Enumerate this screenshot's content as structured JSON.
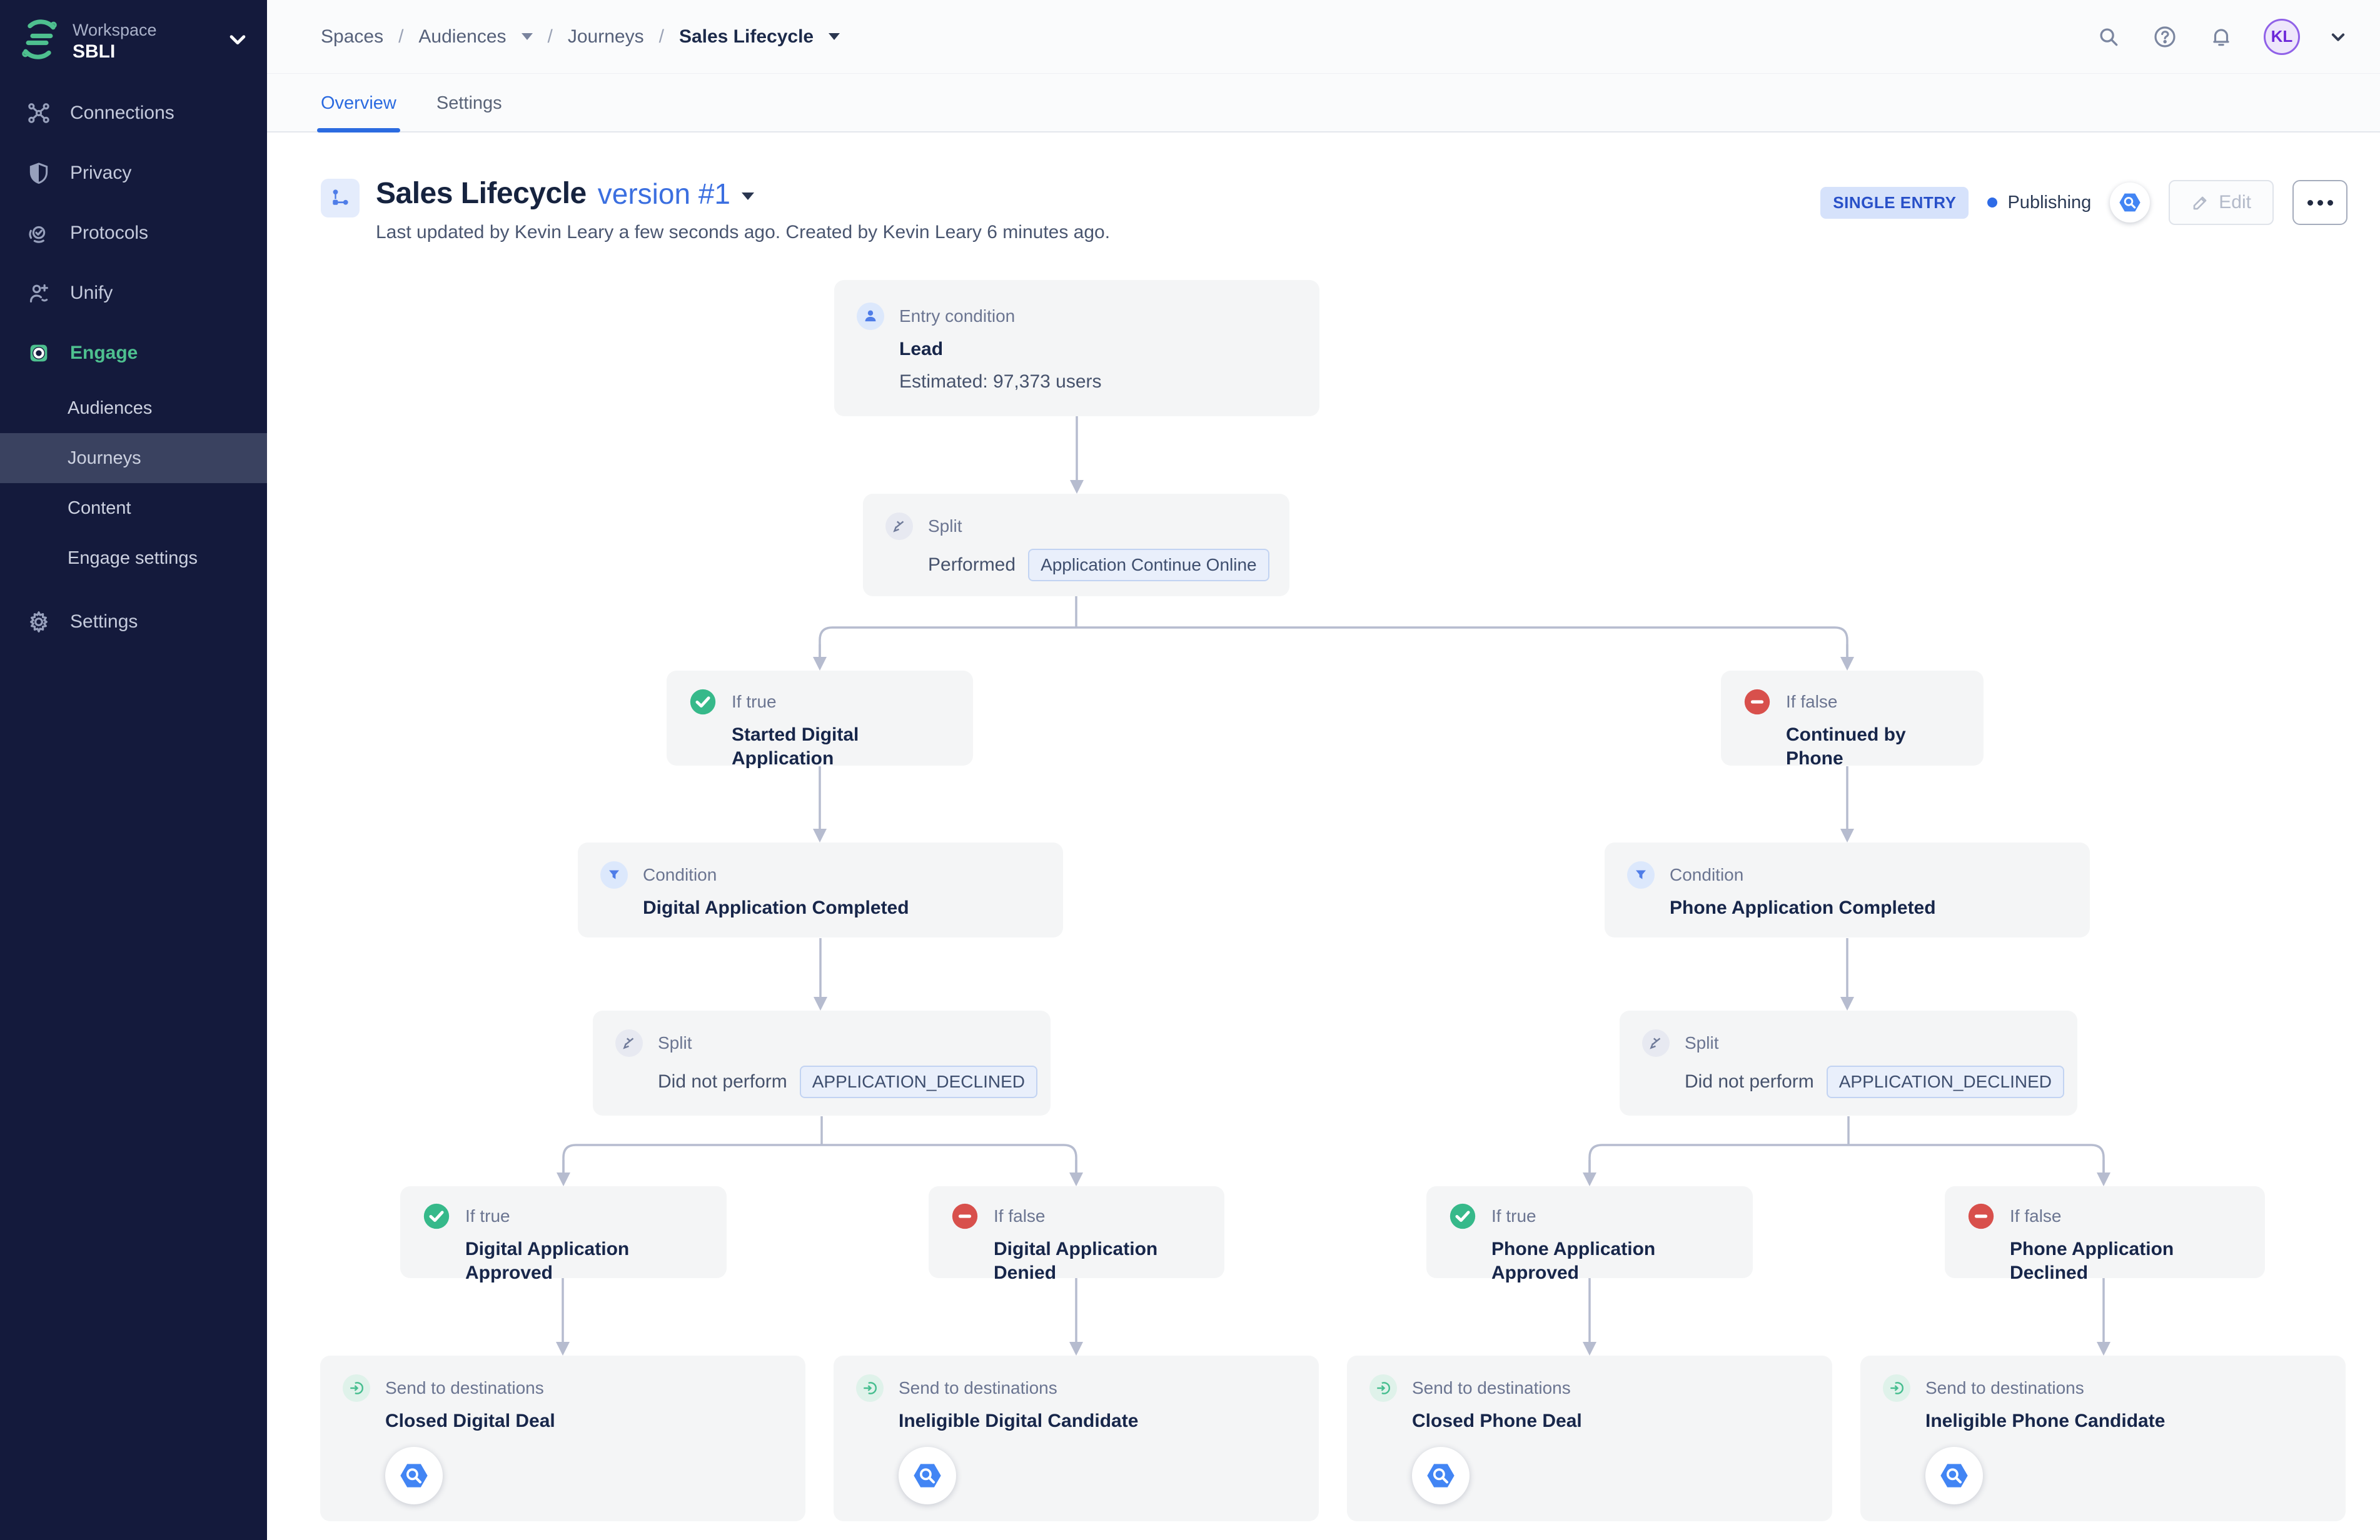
{
  "workspace": {
    "label": "Workspace",
    "name": "SBLI"
  },
  "sidebar": {
    "items": [
      {
        "label": "Connections",
        "icon": "connections-icon"
      },
      {
        "label": "Privacy",
        "icon": "shield-icon"
      },
      {
        "label": "Protocols",
        "icon": "protocols-icon"
      },
      {
        "label": "Unify",
        "icon": "unify-icon"
      },
      {
        "label": "Engage",
        "icon": "engage-icon",
        "active": true
      }
    ],
    "engage_subitems": [
      {
        "label": "Audiences",
        "selected": false
      },
      {
        "label": "Journeys",
        "selected": true
      },
      {
        "label": "Content",
        "selected": false
      },
      {
        "label": "Engage settings",
        "selected": false
      }
    ],
    "settings": {
      "label": "Settings",
      "icon": "gear-icon"
    }
  },
  "breadcrumb": {
    "separator": "/",
    "items": [
      "Spaces",
      "Audiences",
      "Journeys",
      "Sales Lifecycle"
    ]
  },
  "topbar": {
    "icons": [
      "search-icon",
      "help-icon",
      "notifications-icon"
    ],
    "avatar_initials": "KL"
  },
  "tabs": [
    {
      "label": "Overview",
      "active": true
    },
    {
      "label": "Settings",
      "active": false
    }
  ],
  "journey": {
    "title": "Sales Lifecycle",
    "version": "version #1",
    "meta": "Last updated by Kevin Leary a few seconds ago. Created by Kevin Leary 6 minutes ago.",
    "entry_badge": "SINGLE ENTRY",
    "status": "Publishing",
    "edit_label": "Edit",
    "destination_icon": "bigquery-icon"
  },
  "nodes": {
    "entry": {
      "label": "Entry condition",
      "title": "Lead",
      "estimate": "Estimated: 97,373 users"
    },
    "split_top": {
      "label": "Split",
      "operator": "Performed",
      "chip": "Application Continue Online"
    },
    "if_true_top": {
      "label": "If true",
      "title": "Started Digital Application"
    },
    "if_false_top": {
      "label": "If false",
      "title": "Continued by Phone"
    },
    "condition_digital": {
      "label": "Condition",
      "title": "Digital Application Completed"
    },
    "condition_phone": {
      "label": "Condition",
      "title": "Phone Application Completed"
    },
    "split_digital": {
      "label": "Split",
      "operator": "Did not perform",
      "chip": "APPLICATION_DECLINED"
    },
    "split_phone": {
      "label": "Split",
      "operator": "Did not perform",
      "chip": "APPLICATION_DECLINED"
    },
    "if_true_digital": {
      "label": "If true",
      "title": "Digital Application Approved"
    },
    "if_false_digital": {
      "label": "If false",
      "title": "Digital Application Denied"
    },
    "if_true_phone": {
      "label": "If true",
      "title": "Phone Application Approved"
    },
    "if_false_phone": {
      "label": "If false",
      "title": "Phone Application Declined"
    },
    "dest_digital_closed": {
      "label": "Send to destinations",
      "title": "Closed Digital Deal"
    },
    "dest_digital_inel": {
      "label": "Send to destinations",
      "title": "Ineligible Digital Candidate"
    },
    "dest_phone_closed": {
      "label": "Send to destinations",
      "title": "Closed Phone Deal"
    },
    "dest_phone_inel": {
      "label": "Send to destinations",
      "title": "Ineligible Phone Candidate"
    }
  },
  "colors": {
    "sidebar_bg": "#141A3C",
    "sidebar_selected": "#3A4260",
    "engage_green": "#4EC08F",
    "accent_blue": "#2B6BE0",
    "node_bg": "#F4F5F6",
    "edge": "#B6BCCF",
    "check_green": "#36B98A",
    "minus_red": "#D8504C",
    "bigquery_blue": "#4285F4",
    "avatar_purple": "#9061E8"
  }
}
